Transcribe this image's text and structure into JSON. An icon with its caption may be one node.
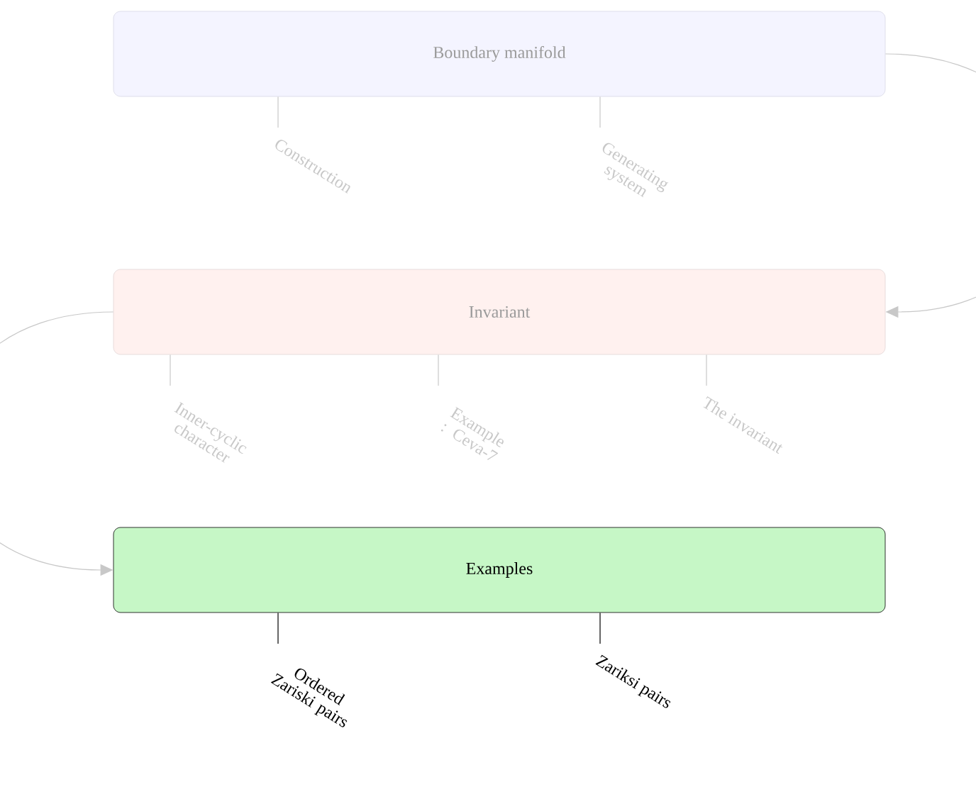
{
  "diagram": {
    "nodes": [
      {
        "text": [
          "Boundary manifold"
        ]
      },
      {
        "text": [
          "Construction"
        ]
      },
      {
        "text": [
          "Generating system"
        ]
      },
      {
        "text": [
          "Invariant"
        ]
      },
      {
        "text": [
          "Inner-cyclic character"
        ]
      },
      {
        "text": [
          "Example : Ceva-7"
        ]
      },
      {
        "text": [
          "The invariant"
        ]
      },
      {
        "text": [
          "Examples"
        ]
      },
      {
        "text": [
          "Ordered Zariski pairs"
        ]
      },
      {
        "text": [
          "Zariksi pairs"
        ]
      }
    ],
    "edges": [
      {
        "from": 0,
        "to": 1,
        "arrow": "none"
      },
      {
        "from": 0,
        "to": 2,
        "arrow": "none"
      },
      {
        "from": 0,
        "to": 3,
        "arrow": "to"
      },
      {
        "from": 3,
        "to": 4,
        "arrow": "none"
      },
      {
        "from": 3,
        "to": 5,
        "arrow": "none"
      },
      {
        "from": 3,
        "to": 6,
        "arrow": "none"
      },
      {
        "from": 3,
        "to": 7,
        "arrow": "to"
      },
      {
        "from": 7,
        "to": 8,
        "arrow": "none",
        "color": "#000000"
      },
      {
        "from": 7,
        "to": 9,
        "arrow": "none",
        "color": "#000000"
      }
    ]
  }
}
